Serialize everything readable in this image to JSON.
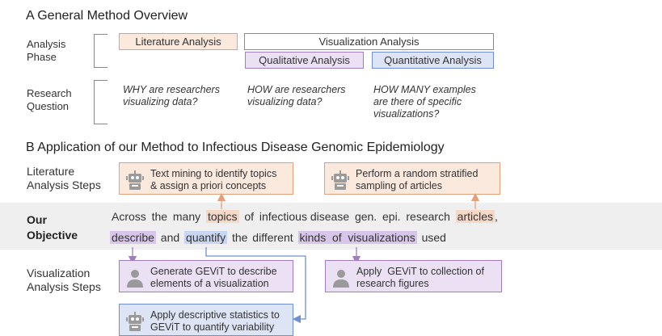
{
  "section_a": {
    "title": "A  General Method Overview",
    "analysis_phase_label": "Analysis\nPhase",
    "research_question_label": "Research\nQuestion",
    "literature_analysis": "Literature Analysis",
    "visualization_analysis": "Visualization Analysis",
    "qualitative_analysis": "Qualitative Analysis",
    "quantitative_analysis": "Quantitative Analysis",
    "q_why": "WHY are researchers\nvisualizing data?",
    "q_how": "HOW are researchers\nvisualizing data?",
    "q_how_many": "HOW MANY examples\nare there of specific\nvisualizations?"
  },
  "section_b": {
    "title": "B  Application of our Method to Infectious Disease Genomic Epidemiology",
    "literature_steps_label": "Literature\nAnalysis Steps",
    "text_mining": "Text mining to identify topics\n& assign a priori concepts",
    "random_sampling": "Perform a random stratified\nsampling of articles",
    "objective_label": "Our\nObjective",
    "objective_line1": {
      "w1": "Across",
      "w2": "the",
      "w3": "many",
      "topics": "topics",
      "w4": "of",
      "w5": "infectious disease",
      "w6": "gen.",
      "w7": "epi.",
      "w8": "research",
      "articles": "articles",
      "comma": ","
    },
    "objective_line2": {
      "describe": "describe",
      "and": "and",
      "quantify": "quantify",
      "w1": "the",
      "w2": "different",
      "kinds": "kinds  of  visualizations",
      "used": "used"
    },
    "viz_steps_label": "Visualization\nAnalysis Steps",
    "generate_gevit": "Generate GEViT to describe\nelements of a visualization",
    "apply_gevit": "Apply  GEViT to collection of\nresearch figures",
    "apply_stats": "Apply descriptive statistics to\nGEViT to quantify variability"
  },
  "colors": {
    "peach_fill": "#fbe9de",
    "peach_border": "#e3a07a",
    "lilac_fill": "#ebe0f4",
    "lilac_border": "#a27cc2",
    "blue_fill": "#dde4f5",
    "blue_border": "#6f8fd0",
    "band": "#efefef"
  },
  "icons": {
    "robot": "robot-icon",
    "person": "person-icon"
  }
}
